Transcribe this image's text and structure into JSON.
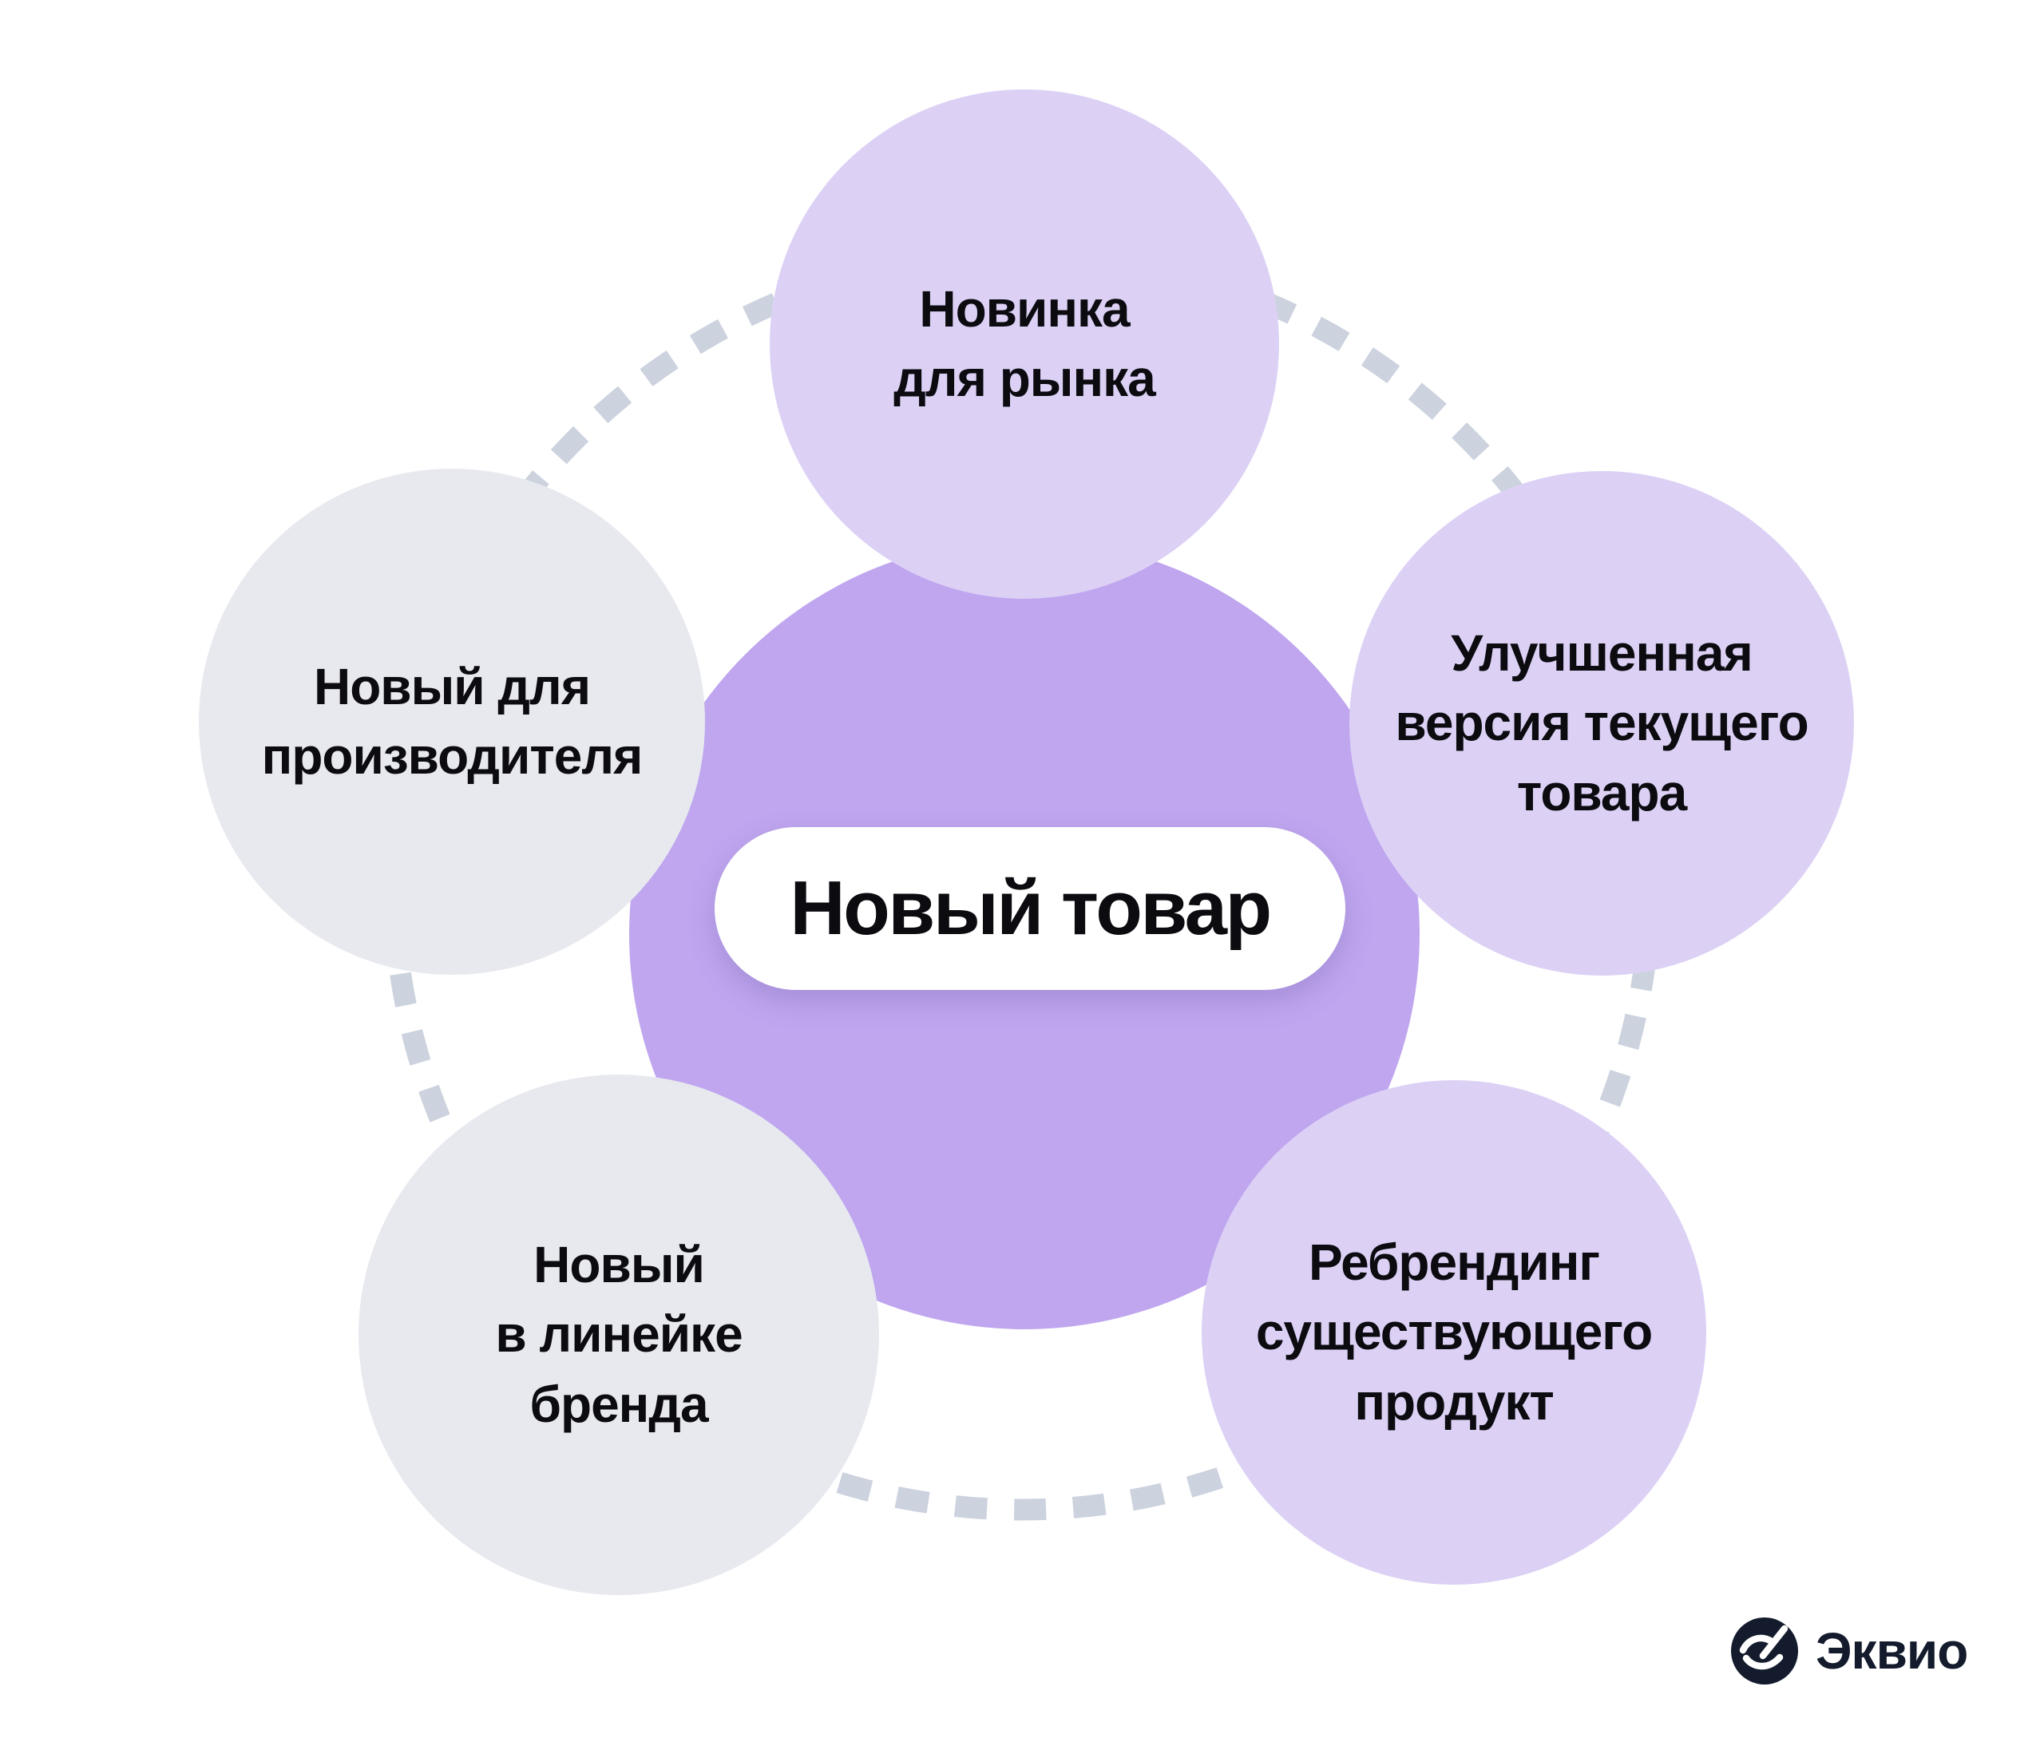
{
  "diagram": {
    "center_label": "Новый товар",
    "nodes": [
      {
        "id": "top",
        "label": "Новинка\nдля рынка"
      },
      {
        "id": "right-upper",
        "label": "Улучшенная\nверсия текущего\nтовара"
      },
      {
        "id": "right-lower",
        "label": "Ребрендинг\nсуществующего\nпродукт"
      },
      {
        "id": "left-lower",
        "label": "Новый\nв линейке\nбренда"
      },
      {
        "id": "left-upper",
        "label": "Новый для\nпроизводителя"
      }
    ]
  },
  "logo": {
    "text": "Эквио"
  },
  "colors": {
    "background": "#ffffff",
    "center_circle": "#bfa6ef",
    "purple_node": "#dcd1f5",
    "gray_node": "#e7e9ef",
    "dash": "#ccd3de",
    "text": "#0b0b10",
    "pill_bg": "#ffffff",
    "logo": "#131b2d"
  }
}
